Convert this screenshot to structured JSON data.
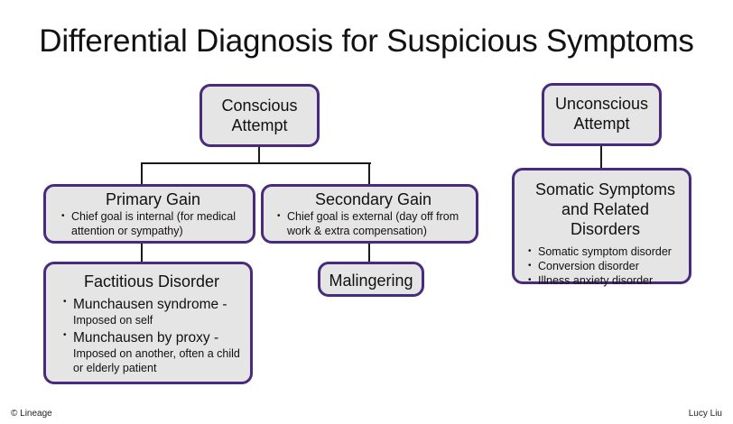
{
  "title": "Differential Diagnosis for Suspicious Symptoms",
  "colors": {
    "box_border": "#4a2a7a",
    "box_fill": "#e5e5e5",
    "connector": "#1a1a1a"
  },
  "nodes": {
    "conscious": {
      "label_line1": "Conscious",
      "label_line2": "Attempt"
    },
    "unconscious": {
      "label_line1": "Unconscious",
      "label_line2": "Attempt"
    },
    "primary_gain": {
      "label": "Primary Gain",
      "bullets": [
        "Chief goal is internal (for medical attention or sympathy)"
      ]
    },
    "secondary_gain": {
      "label": "Secondary Gain",
      "bullets": [
        "Chief goal is external (day off from work & extra compensation)"
      ]
    },
    "malingering": {
      "label": "Malingering"
    },
    "factitious": {
      "label": "Factitious Disorder",
      "items": [
        {
          "name": "Munchausen syndrome -",
          "detail": "Imposed on self"
        },
        {
          "name": "Munchausen by proxy -",
          "detail": "Imposed on another, often a child or elderly patient"
        }
      ]
    },
    "somatic": {
      "label_line1": "Somatic Symptoms",
      "label_line2": "and Related Disorders",
      "bullets": [
        "Somatic symptom disorder",
        "Conversion disorder",
        "Illness anxiety disorder"
      ]
    }
  },
  "footer": {
    "left": "© Lineage",
    "right": "Lucy Liu"
  }
}
